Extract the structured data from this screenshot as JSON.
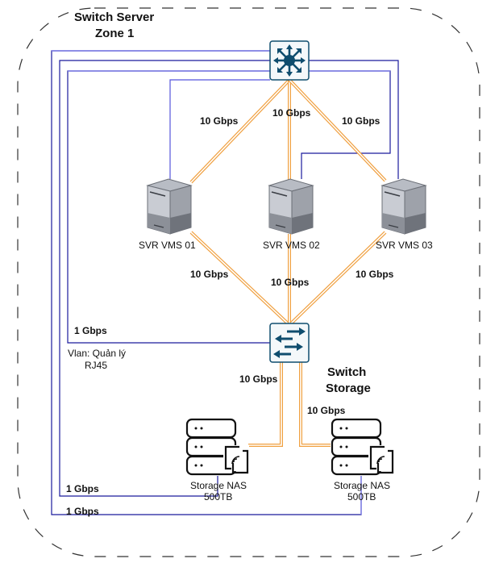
{
  "zone": {
    "title_line1": "Switch Server",
    "title_line2": "Zone 1"
  },
  "core_switch": {
    "icon": "core-switch-icon",
    "label": ""
  },
  "storage_switch": {
    "icon": "access-switch-icon",
    "label_line1": "Switch",
    "label_line2": "Storage"
  },
  "servers": [
    {
      "name": "SVR VMS 01",
      "icon": "server-tower-icon"
    },
    {
      "name": "SVR VMS 02",
      "icon": "server-tower-icon"
    },
    {
      "name": "SVR VMS 03",
      "icon": "server-tower-icon"
    }
  ],
  "storage": [
    {
      "name_line1": "Storage NAS",
      "name_line2": "500TB",
      "icon": "nas-storage-icon"
    },
    {
      "name_line1": "Storage NAS",
      "name_line2": "500TB",
      "icon": "nas-storage-icon"
    }
  ],
  "links": {
    "core_to_svr01": "10 Gbps",
    "core_to_svr02": "10 Gbps",
    "core_to_svr03": "10 Gbps",
    "svr01_to_storage_switch": "10 Gbps",
    "svr02_to_storage_switch": "10 Gbps",
    "svr03_to_storage_switch": "10 Gbps",
    "storage_switch_to_nas1": "10 Gbps",
    "storage_switch_to_nas2": "10 Gbps",
    "mgmt_storage_switch": "1 Gbps",
    "mgmt_nas1": "1 Gbps",
    "mgmt_nas2": "1 Gbps"
  },
  "vlan": {
    "line1": "Vlan: Quản lý",
    "line2": "RJ45"
  },
  "colors": {
    "fiber": "#f0a040",
    "copper_dark": "#1a1a9c",
    "copper_light": "#6b6be0",
    "switch_icon": "#0f4d6e",
    "zone_border": "#333333"
  }
}
